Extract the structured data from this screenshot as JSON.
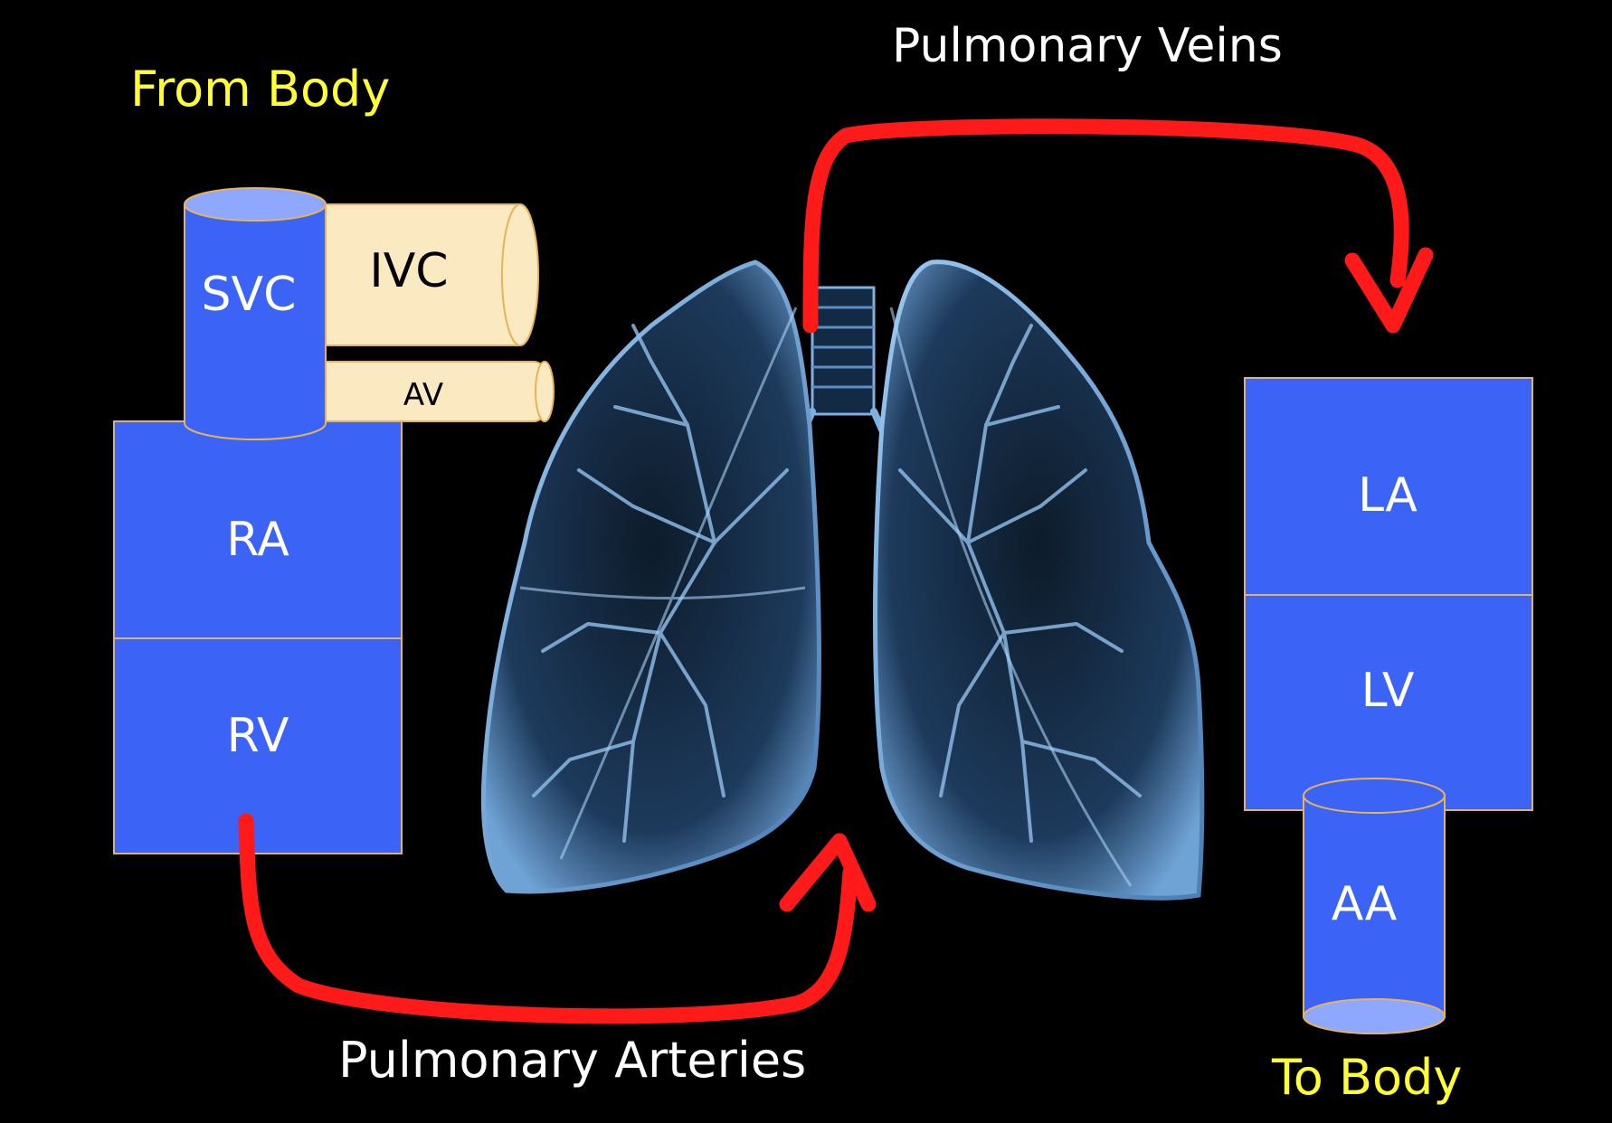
{
  "labels": {
    "from_body": "From Body",
    "pulmonary_veins": "Pulmonary Veins",
    "pulmonary_arteries": "Pulmonary Arteries",
    "to_body": "To Body"
  },
  "vessels": {
    "svc": "SVC",
    "ivc": "IVC",
    "av": "AV",
    "aa": "AA"
  },
  "chambers": {
    "ra": "RA",
    "rv": "RV",
    "la": "LA",
    "lv": "LV"
  },
  "colors": {
    "background": "#000000",
    "chamber_blue": "#3b63f5",
    "cylinder_top": "#8ea7ff",
    "vessel_cream": "#fbe9c2",
    "arrow_red": "#ff1a1a",
    "yellow_text": "#ffff33",
    "white_text": "#ffffff"
  },
  "icons": {
    "lungs": "lungs-illustration",
    "arrow_to_lungs": "curved-arrow-icon",
    "arrow_from_lungs": "curved-arrow-icon"
  }
}
